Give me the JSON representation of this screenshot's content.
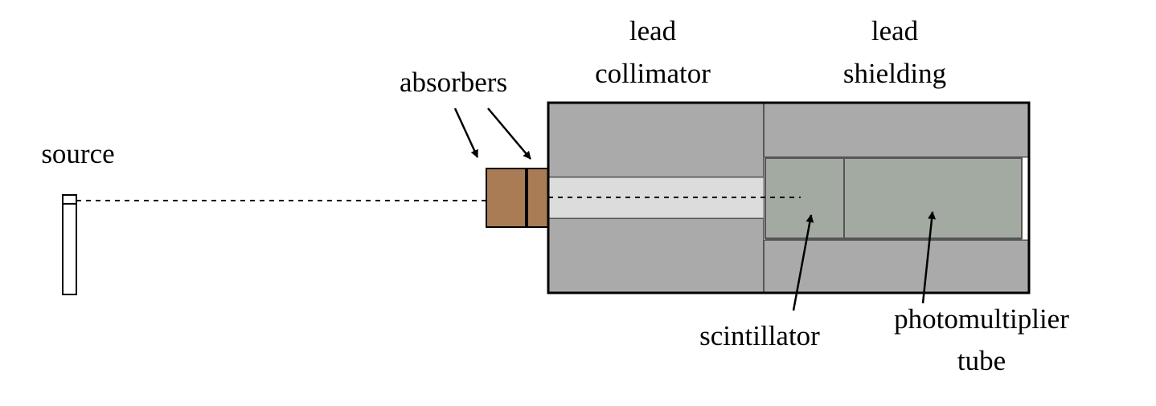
{
  "labels": {
    "source": "source",
    "absorbers": "absorbers",
    "lead_collimator": [
      "lead",
      "collimator"
    ],
    "lead_shielding": [
      "lead",
      "shielding"
    ],
    "scintillator": "scintillator",
    "photomultiplier_tube": [
      "photomultiplier",
      "tube"
    ]
  },
  "colors": {
    "lead": "#aaaaaa",
    "absorber": "#a97c56",
    "collimator_channel": "#dcdcdc",
    "scintillator": "#a3aaa2",
    "photomultiplier_tube": "#a3aaa2",
    "outline": "#000000"
  }
}
